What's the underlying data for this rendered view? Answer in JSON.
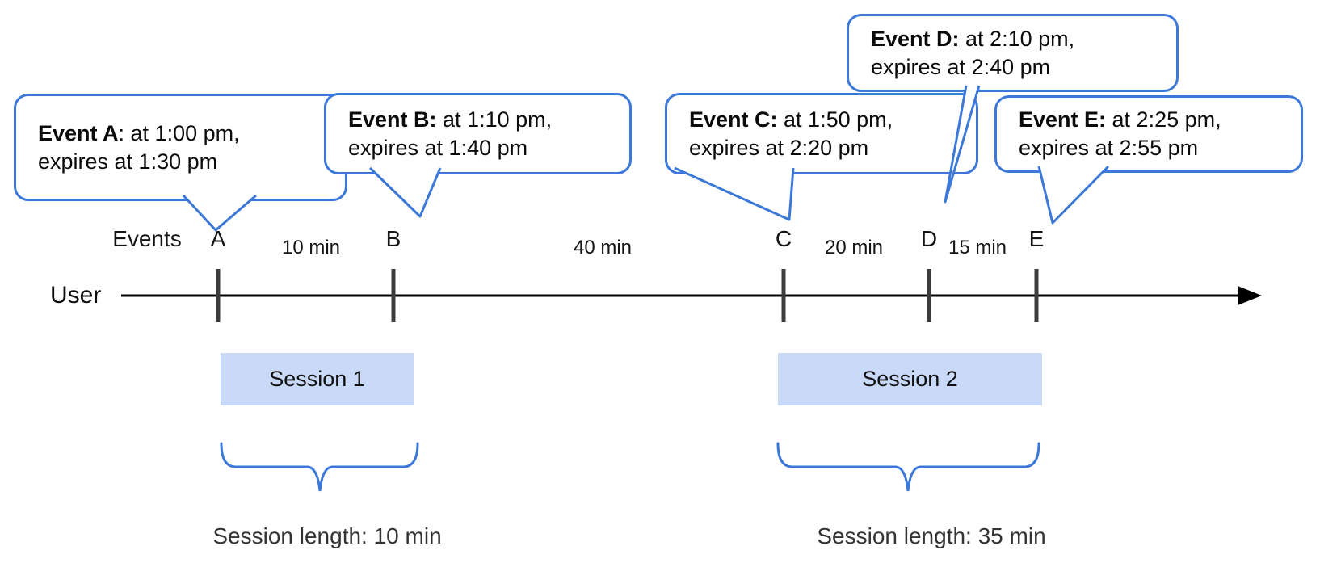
{
  "colors": {
    "bubble_border_blue": "#3c78d8",
    "session_fill_blue": "#c9daf8",
    "tick_gray": "#3c3c3c",
    "axis_black": "#000000"
  },
  "bubbles": [
    {
      "bold": "Event A",
      "rest": ": at 1:00 pm,",
      "line2": "expires at 1:30 pm"
    },
    {
      "bold": "Event B:",
      "rest": " at 1:10 pm,",
      "line2": "expires at 1:40 pm"
    },
    {
      "bold": "Event C:",
      "rest": " at 1:50 pm,",
      "line2": "expires at 2:20 pm"
    },
    {
      "bold": "Event D:",
      "rest": " at 2:10 pm,",
      "line2": "expires at 2:40 pm"
    },
    {
      "bold": "Event E:",
      "rest": " at 2:25 pm,",
      "line2": "expires at 2:55 pm"
    }
  ],
  "timeline": {
    "axis_label": "User",
    "events_label": "Events",
    "ticks": [
      "A",
      "B",
      "C",
      "D",
      "E"
    ],
    "intervals": [
      "10 min",
      "40 min",
      "20 min",
      "15 min"
    ]
  },
  "sessions": [
    {
      "label": "Session 1",
      "length": "Session length: 10 min"
    },
    {
      "label": "Session 2",
      "length": "Session length: 35 min"
    }
  ]
}
